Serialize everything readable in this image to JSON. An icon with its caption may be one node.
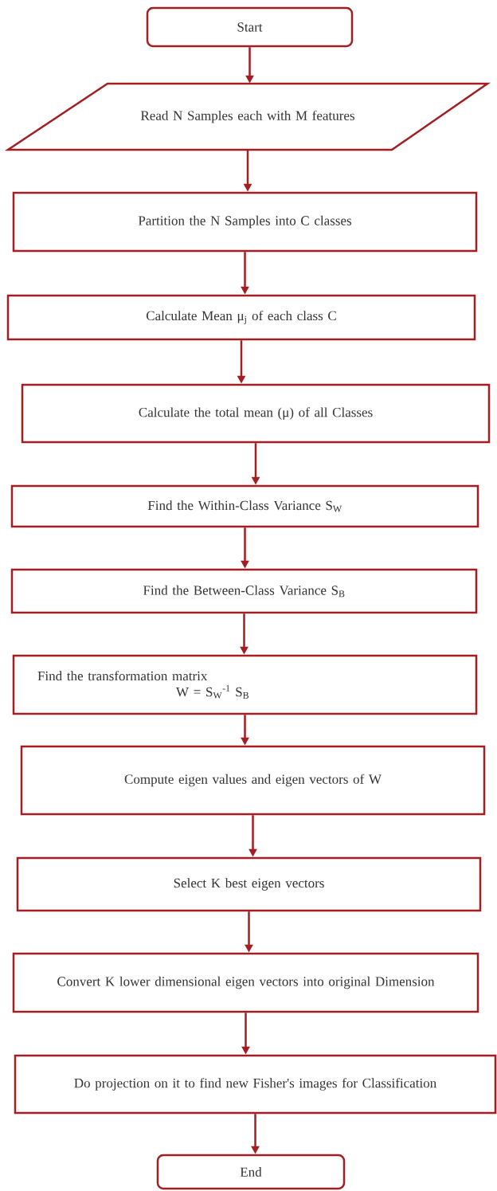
{
  "diagram": {
    "nodes": [
      {
        "text": [
          "Start"
        ]
      },
      {
        "text": [
          "Read N Samples each with M features"
        ]
      },
      {
        "text": [
          "Partition the N Samples into C classes"
        ]
      },
      {
        "text": [
          "Calculate Mean μ$_{j}$ of each class C"
        ]
      },
      {
        "text": [
          "Calculate the total mean (μ) of all Classes"
        ]
      },
      {
        "text": [
          "Find the Within-Class Variance S$_{W}$"
        ]
      },
      {
        "text": [
          "Find the Between-Class Variance S$_{B}$"
        ]
      },
      {
        "text": [
          "Find the transformation matrix",
          "W = S$_{W}$$^{-1}$ S$_{B}$"
        ]
      },
      {
        "text": [
          "Compute eigen values and eigen vectors of W"
        ]
      },
      {
        "text": [
          "Select K best eigen vectors"
        ]
      },
      {
        "text": [
          "Convert K lower dimensional eigen vectors into original Dimension"
        ]
      },
      {
        "text": [
          "Do projection on it to find new Fisher's images for Classification"
        ]
      },
      {
        "text": [
          "End"
        ]
      }
    ],
    "edges": [
      {
        "from": 0,
        "to": 1,
        "arrow": "to"
      },
      {
        "from": 1,
        "to": 2,
        "arrow": "to"
      },
      {
        "from": 2,
        "to": 3,
        "arrow": "to"
      },
      {
        "from": 3,
        "to": 4,
        "arrow": "to"
      },
      {
        "from": 4,
        "to": 5,
        "arrow": "to"
      },
      {
        "from": 5,
        "to": 6,
        "arrow": "to"
      },
      {
        "from": 6,
        "to": 7,
        "arrow": "to"
      },
      {
        "from": 7,
        "to": 8,
        "arrow": "to"
      },
      {
        "from": 8,
        "to": 9,
        "arrow": "to"
      },
      {
        "from": 9,
        "to": 10,
        "arrow": "to"
      },
      {
        "from": 10,
        "to": 11,
        "arrow": "to"
      },
      {
        "from": 11,
        "to": 12,
        "arrow": "to"
      }
    ]
  }
}
